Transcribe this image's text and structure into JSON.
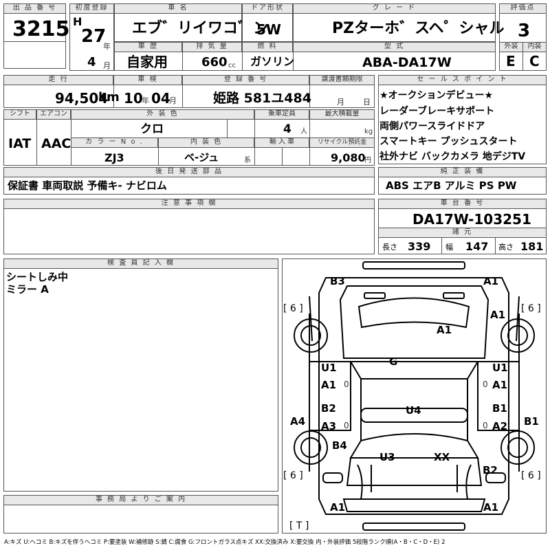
{
  "labels": {
    "lot_no": "出 品 番 号",
    "first_reg": "初度登録",
    "car_name": "車 名",
    "door": "ドア形状",
    "grade": "グ レ ー ド",
    "score": "評価点",
    "history": "車 歴",
    "displacement": "排 気 量",
    "fuel": "燃 料",
    "model": "型 式",
    "exterior": "外装",
    "interior": "内装",
    "mileage": "走 行",
    "inspection": "車 検",
    "registration": "登 録 番 号",
    "transfer": "譲渡書類期限",
    "sales": "セ ー ル ス ポ イ ン ト",
    "shift": "シフト",
    "aircon": "エアコン",
    "ext_color": "外 装 色",
    "capacity": "乗車定員",
    "max_load": "最大積載量",
    "color_no": "カ ラ ー N o .",
    "int_color": "内 装 色",
    "import": "輸 入 車",
    "recycle": "リサイクル預託金",
    "later": "後 日 発 送 部 品",
    "equipment": "純 正 装 備",
    "notes": "注 意 事 項 欄",
    "chassis": "車 台 番 号",
    "specs": "諸 元",
    "inspector": "検 査 員 記 入 欄",
    "office": "事 務 局 よ り ご 案 内"
  },
  "units": {
    "year": "年",
    "month": "月",
    "cc": "cc",
    "km": "km",
    "ins_year": "年",
    "ins_month": "月",
    "tr_month": "月",
    "tr_day": "日",
    "person": "人",
    "kg": "kg",
    "kei": "系",
    "yen": "円"
  },
  "vehicle": {
    "lot_no": "3215",
    "era": "H",
    "reg_year": "27",
    "reg_month": "4",
    "car_name": "エブ゛リイワコ゛ン",
    "door": "5W",
    "grade": "PZターホ゛スヘ゜シャル",
    "score": "3",
    "history": "自家用",
    "displacement": "660",
    "fuel": "ガソリン",
    "model": "ABA-DA17W",
    "ext_score": "E",
    "int_score": "C",
    "mileage": "94,504",
    "ins_year": "10",
    "ins_month": "04",
    "registration": "姫路 581ユ484",
    "shift": "IAT",
    "aircon": "AAC",
    "ext_color": "クロ",
    "capacity": "4",
    "color_no": "ZJ3",
    "int_color": "ベ-ジュ",
    "recycle": "9,080",
    "later_parts": "保証書 車両取説 予備キ- ナビロム",
    "equipment": "ABS エアB アルミ PS PW",
    "chassis": "DA17W-103251",
    "length_label": "長さ",
    "length": "339",
    "width_label": "幅",
    "width": "147",
    "height_label": "高さ",
    "height": "181"
  },
  "sales_points": [
    "★オークションデビュー★",
    "レーダーブレーキサポート",
    "両側パワースライドドア",
    "スマートキー プッシュスタート",
    "社外ナビ バックカメラ 地デジTV"
  ],
  "inspector_notes": [
    "シートしみ中",
    "ミラー A"
  ],
  "diagram": {
    "rear_left": "B3",
    "rear_right": "A1",
    "right_rear_fender": "A1",
    "roof": "A1",
    "floor_fwd": "G",
    "left_rear_door_u": "U1",
    "left_rear_door": "A1",
    "right_rear_door_u": "U1",
    "right_rear_door": "A1",
    "left_sill": "A4",
    "left_front_door_b": "B2",
    "left_front_door": "A3",
    "right_front_door_b": "B1",
    "right_front_door": "A2",
    "right_sill": "B1",
    "center": "U4",
    "left_front_fender": "B4",
    "hood_left": "U3",
    "hood_right": "XX",
    "right_front_fender": "B2",
    "front_left": "A1",
    "front_right": "A1",
    "tire_rl": "[ 6 ]",
    "tire_rr": "[ 6 ]",
    "tire_fl": "[ 6 ]",
    "tire_fr": "[ 6 ]",
    "spare": "[ T ]",
    "zero_1": "0",
    "zero_2": "0",
    "zero_3": "0",
    "zero_4": "0"
  },
  "legend": "A:キズ U:ヘコミ B:キズを伴うヘコミ P:要塗装 W:補修跡 S:錆 C:腐食 G:フロントガラス点キズ XX:交換済み X:要交換 内・外装評価 5段階ランク順(A・B・C・D・E) 2"
}
